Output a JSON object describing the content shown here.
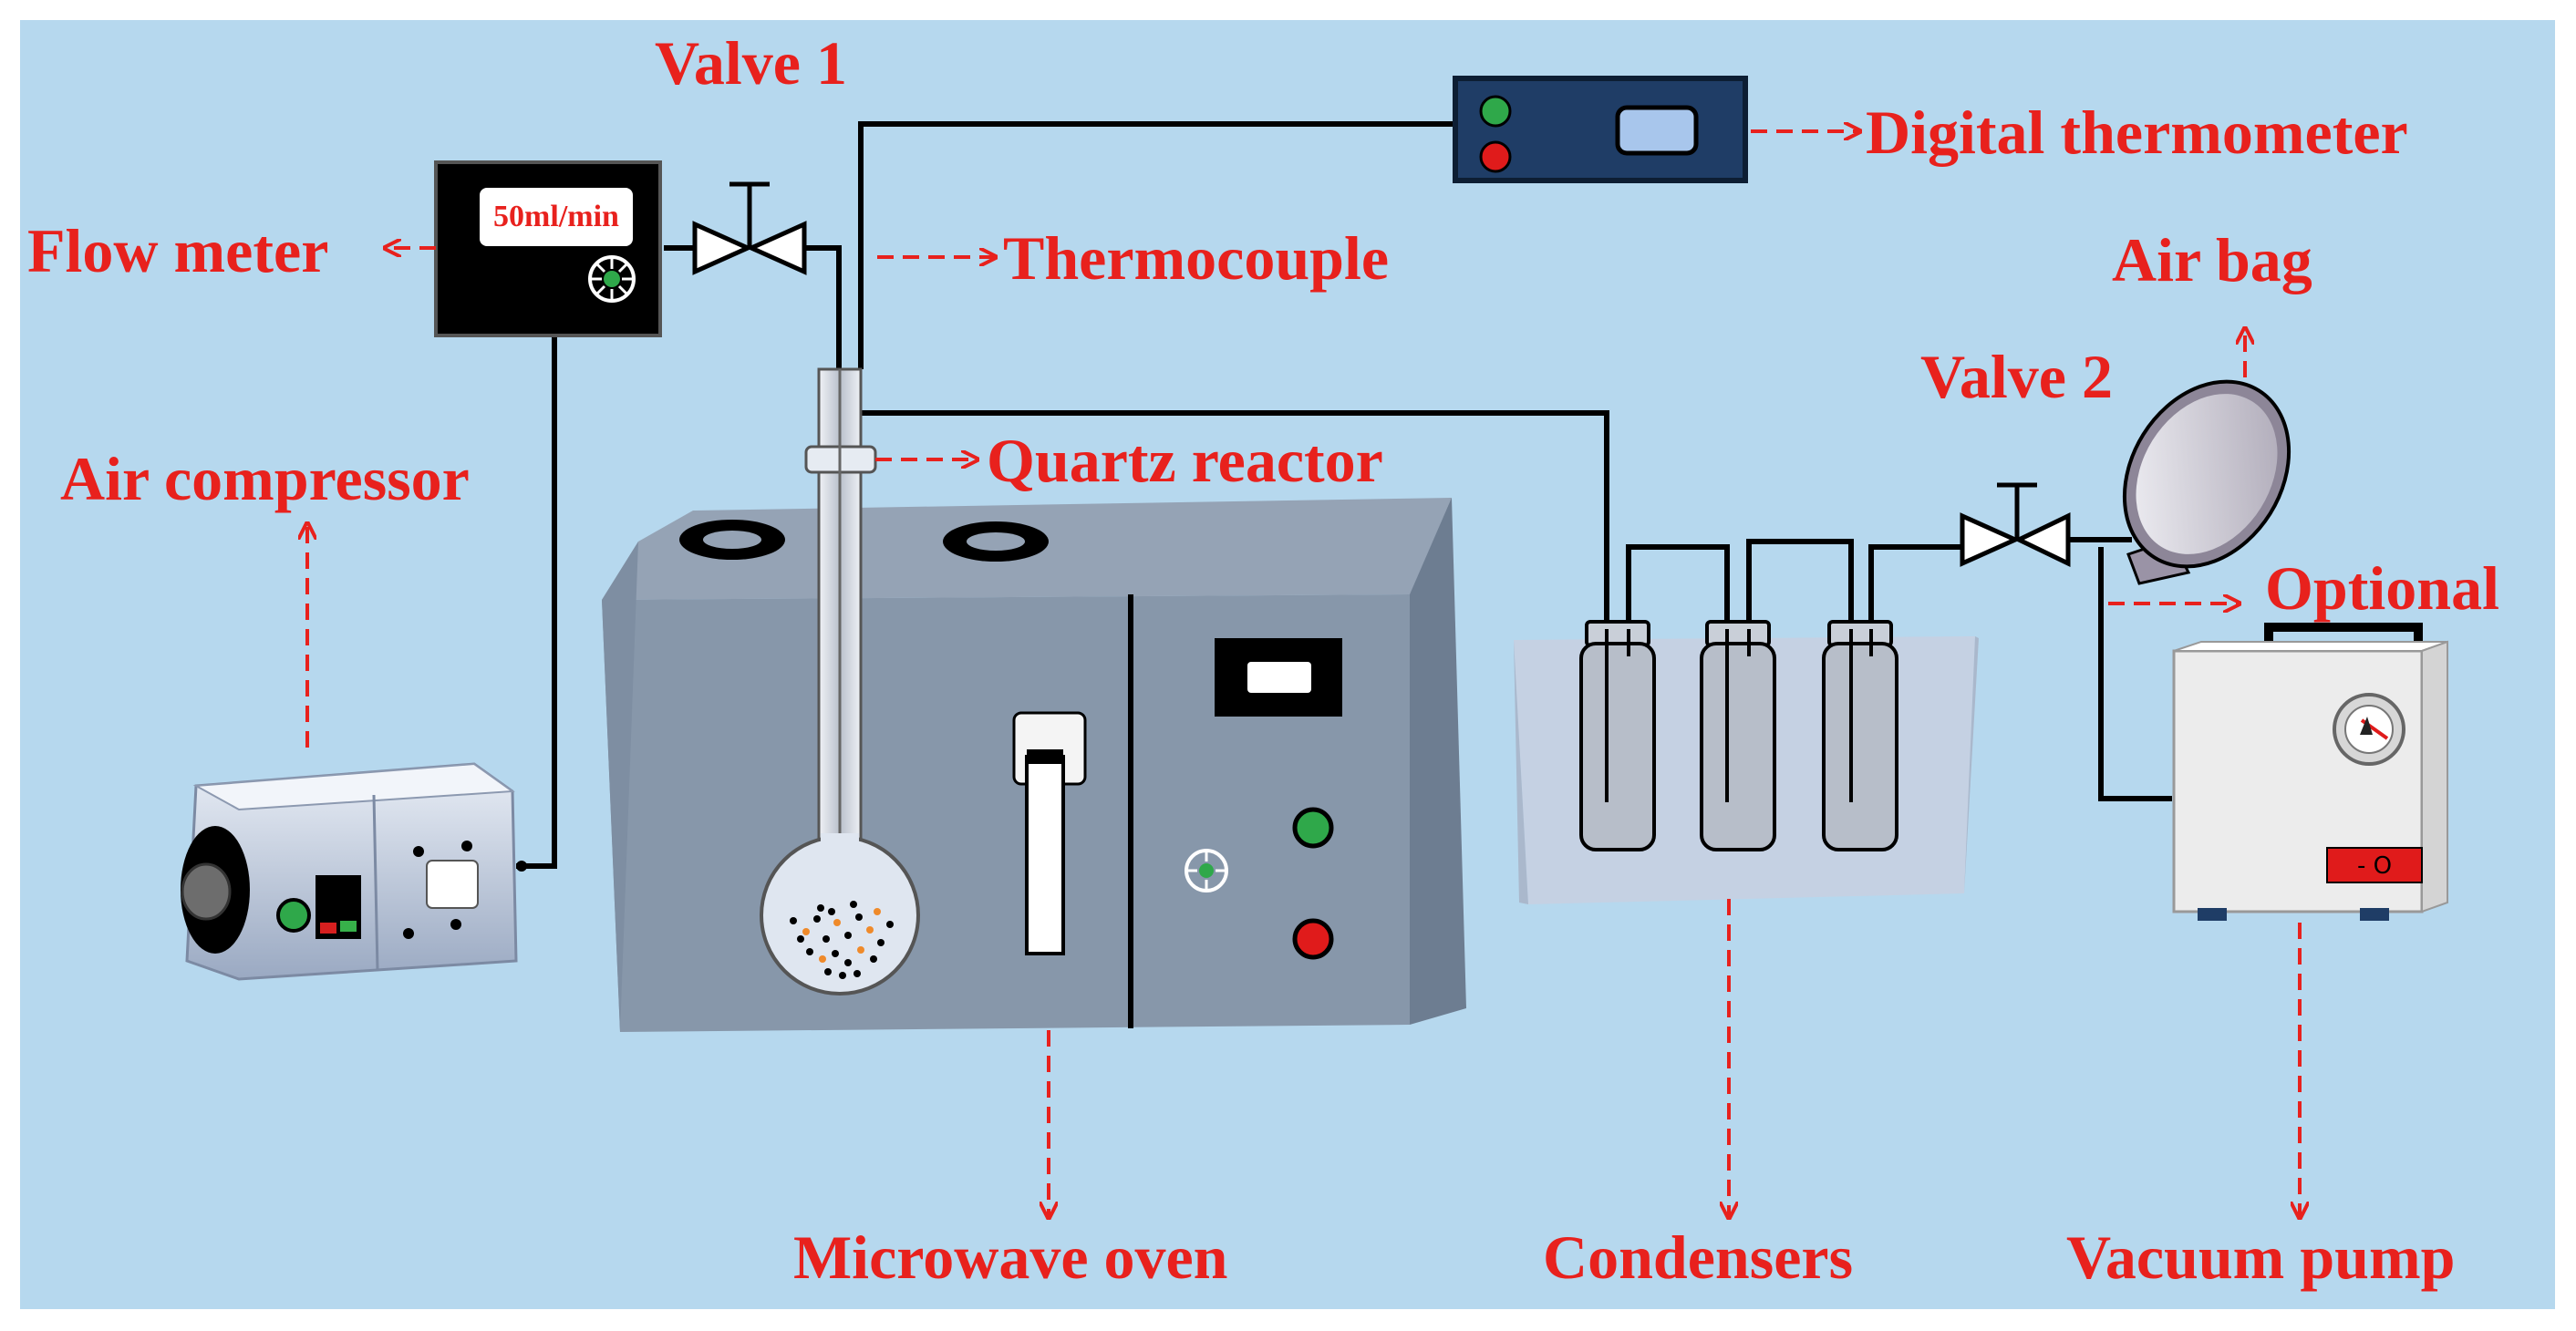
{
  "colors": {
    "background": "#b6d8ee",
    "label": "#e8211d",
    "pipe": "#000000",
    "oven_front": "#8797aa",
    "oven_top": "#95a3b5",
    "condenser_bath": "#c5d1e3",
    "pump_body": "#ececec",
    "thermometer_body": "#1f3d66"
  },
  "labels": {
    "valve1": "Valve 1",
    "valve2": "Valve 2",
    "flow_meter": "Flow meter",
    "thermocouple": "Thermocouple",
    "digital_thermometer": "Digital thermometer",
    "air_bag": "Air bag",
    "air_compressor": "Air compressor",
    "quartz_reactor": "Quartz reactor",
    "optional": "Optional",
    "microwave_oven": "Microwave oven",
    "condensers": "Condensers",
    "vacuum_pump": "Vacuum pump"
  },
  "flow_meter_display": "50ml/min",
  "pump_switch_text": "- O",
  "icons": [
    "valve-icon",
    "dial-icon",
    "power-button-icon",
    "indicator-light-icon",
    "gauge-icon"
  ]
}
